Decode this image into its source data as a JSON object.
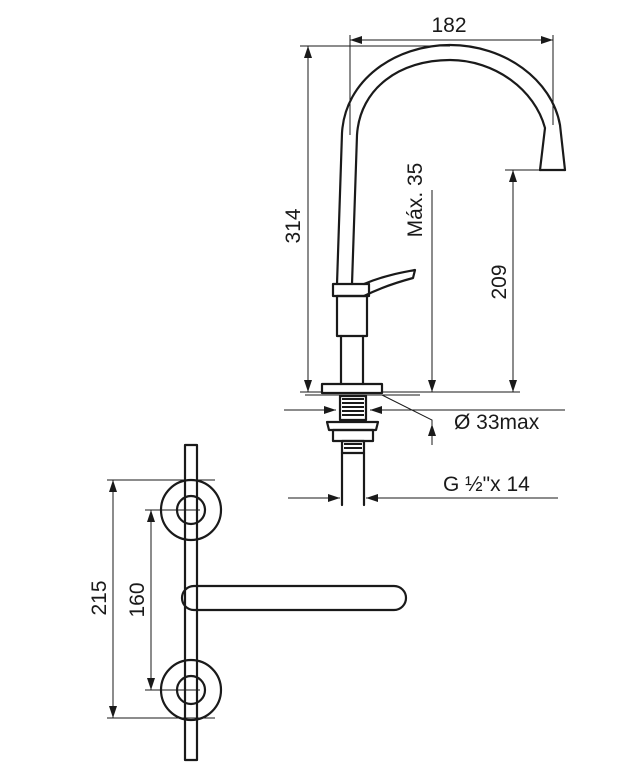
{
  "dimensions": {
    "spout_reach": "182",
    "total_height": "314",
    "max_deck_thickness": "Máx. 35",
    "spout_height": "209",
    "hole_diameter": "Ø 33max",
    "connection_thread": "G ½\"x 14",
    "handle_center_outer": "215",
    "handle_center_inner": "160"
  }
}
